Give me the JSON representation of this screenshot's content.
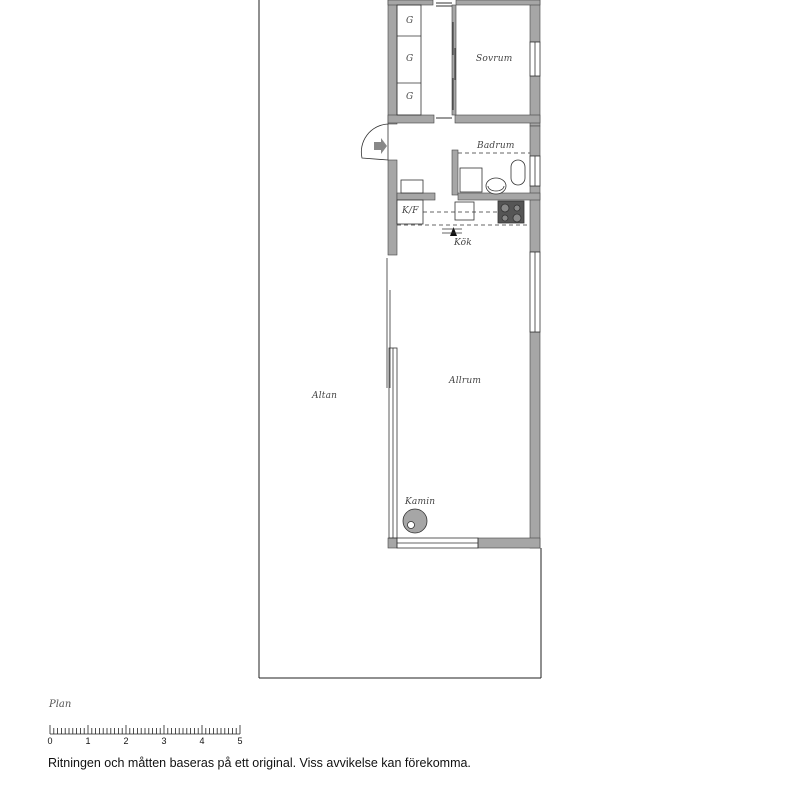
{
  "plan": {
    "title": "Plan",
    "disclaimer": "Ritningen och måtten baseras på ett original. Viss avvikelse kan förekomma.",
    "colors": {
      "wall": "#a6a6a6",
      "line": "#222222",
      "background": "#ffffff",
      "appliance": "#555555"
    },
    "rooms": [
      {
        "id": "sovrum",
        "label": "Sovrum"
      },
      {
        "id": "badrum",
        "label": "Badrum"
      },
      {
        "id": "kok",
        "label": "Kök"
      },
      {
        "id": "allrum",
        "label": "Allrum"
      },
      {
        "id": "altan",
        "label": "Altan"
      },
      {
        "id": "kamin",
        "label": "Kamin"
      },
      {
        "id": "kf",
        "label": "K/F"
      }
    ],
    "closets": [
      "G",
      "G",
      "G"
    ],
    "scale": {
      "unit": "m",
      "ticks": [
        "0",
        "1",
        "2",
        "3",
        "4",
        "5"
      ]
    }
  }
}
